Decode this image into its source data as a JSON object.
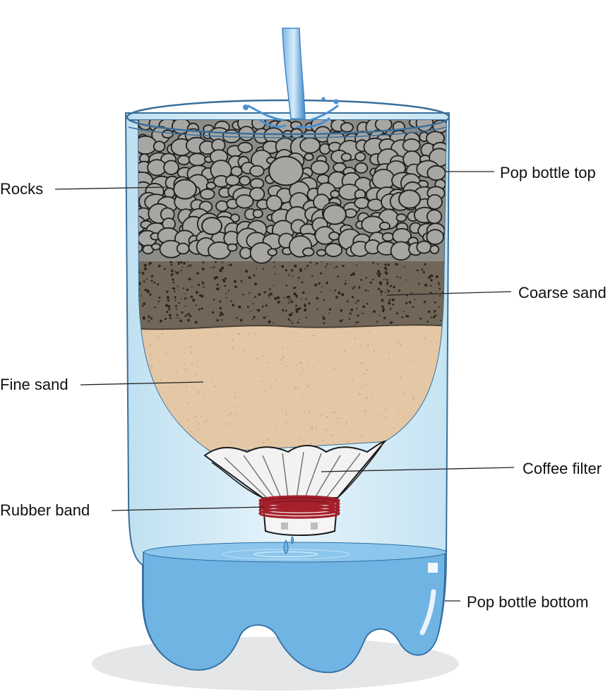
{
  "labels": {
    "rocks": "Rocks",
    "pop_bottle_top": "Pop bottle top",
    "coarse_sand": "Coarse sand",
    "fine_sand": "Fine sand",
    "coffee_filter": "Coffee filter",
    "rubber_band": "Rubber band",
    "pop_bottle_bottom": "Pop bottle bottom"
  },
  "colors": {
    "bottle_tint": "#d4ebf6",
    "water": "#6fb4e3",
    "rocks": "#a7a6a3",
    "coarse_sand": "#716658",
    "fine_sand": "#e4c8a6",
    "rubber_band": "#a5202c",
    "filter": "#f2f2f2",
    "water_stream": "#4a8fd0"
  }
}
